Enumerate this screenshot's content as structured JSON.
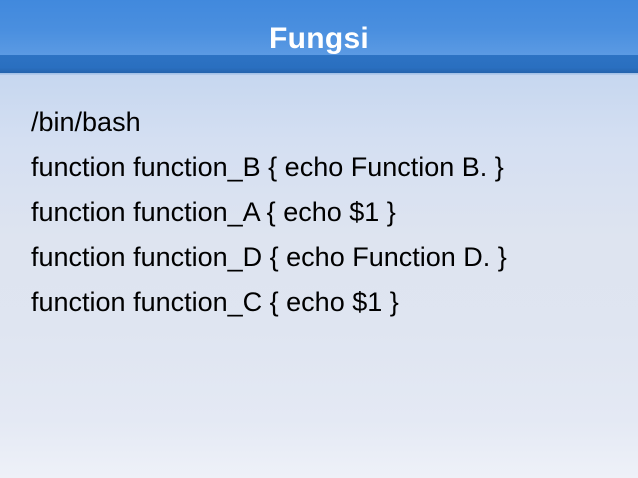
{
  "slide": {
    "title": "Fungsi",
    "header": {
      "top_band_color": "#4189dd",
      "accent_band_color": "#2a6fc0",
      "title_color": "#ffffff"
    },
    "background": {
      "top_color": "#b7cdec",
      "mid_color": "#dfe5f1",
      "bottom_color": "#eef1f8"
    },
    "body": {
      "text_color": "#000000",
      "lines": [
        "/bin/bash",
        "function function_B { echo Function B. }",
        "function function_A { echo $1 }",
        "function function_D { echo Function D. }",
        "function function_C { echo $1 }"
      ]
    }
  }
}
